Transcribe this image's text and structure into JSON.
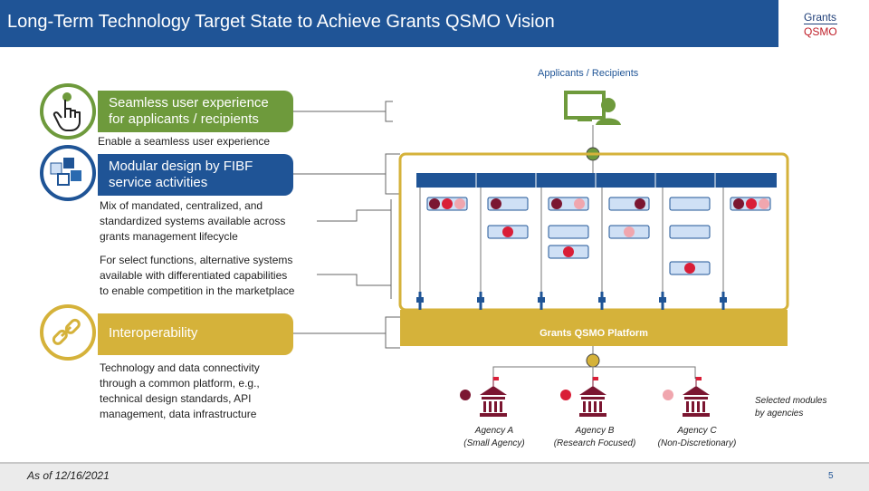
{
  "header": {
    "title": "Long-Term Technology Target State to Achieve Grants QSMO Vision",
    "logo_line1": "Grants",
    "logo_line2": "QSMO"
  },
  "colors": {
    "navy": "#1f5496",
    "green": "#6e9a3c",
    "gold": "#d5b23a",
    "dark_red": "#7b1631",
    "red": "#d91e37",
    "pink": "#f0a6ae",
    "light_blue": "#cfe0f5"
  },
  "pillars": [
    {
      "label_line1": "Seamless user experience",
      "label_line2": "for applicants / recipients",
      "icon": "pointing-hand-icon",
      "color": "#6e9a3c",
      "description": "Enable a seamless user experience"
    },
    {
      "label_line1": "Modular design by FIBF",
      "label_line2": "service activities",
      "icon": "cubes-icon",
      "color": "#1f5496",
      "description": "Mix of mandated, centralized, and standardized systems available across grants management lifecycle",
      "description_lines": [
        "Mix of mandated, centralized, and",
        "standardized systems available across",
        "grants management lifecycle"
      ],
      "description2_lines": [
        "For select functions, alternative systems",
        "available with differentiated capabilities",
        "to enable competition in the marketplace"
      ]
    },
    {
      "label_line1": "Interoperability",
      "label_line2": "",
      "icon": "chain-link-icon",
      "color": "#d5b23a",
      "description_lines": [
        "Technology and data connectivity",
        "through a common platform, e.g.,",
        "technical design standards, API",
        "management, data infrastructure"
      ]
    }
  ],
  "diagram": {
    "applicants_label": "Applicants / Recipients",
    "applicant_icon": "computer-user-icon",
    "platform_label": "Grants QSMO Platform",
    "selected_note_line1": "Selected modules",
    "selected_note_line2": "by agencies",
    "agencies": [
      {
        "name": "Agency A",
        "sub": "(Small Agency)",
        "dot": "#7b1631"
      },
      {
        "name": "Agency B",
        "sub": "(Research Focused)",
        "dot": "#d91e37"
      },
      {
        "name": "Agency C",
        "sub": "(Non-Discretionary)",
        "dot": "#f0a6ae"
      }
    ]
  },
  "footer": {
    "date": "As of 12/16/2021",
    "page": "5"
  }
}
